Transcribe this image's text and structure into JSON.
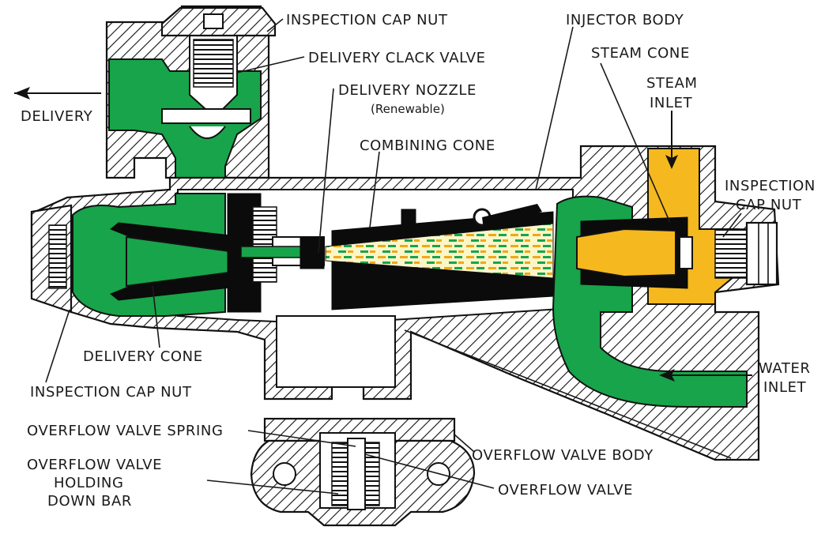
{
  "labels": {
    "inspection_cap_nut_top": "INSPECTION CAP NUT",
    "delivery_clack_valve": "DELIVERY CLACK VALVE",
    "delivery_nozzle": "DELIVERY NOZZLE",
    "delivery_nozzle_note": "(Renewable)",
    "combining_cone": "COMBINING CONE",
    "injector_body": "INJECTOR BODY",
    "steam_cone": "STEAM CONE",
    "steam_inlet_line1": "STEAM",
    "steam_inlet_line2": "INLET",
    "inspection_cap_nut_right_line1": "INSPECTION",
    "inspection_cap_nut_right_line2": "CAP NUT",
    "delivery": "DELIVERY",
    "delivery_cone": "DELIVERY CONE",
    "inspection_cap_nut_bottom": "INSPECTION CAP NUT",
    "water_inlet_line1": "WATER",
    "water_inlet_line2": "INLET",
    "overflow_valve_spring": "OVERFLOW VALVE SPRING",
    "overflow_valve_body": "OVERFLOW VALVE BODY",
    "overflow_valve_holding_line1": "OVERFLOW VALVE",
    "overflow_valve_holding_line2": "HOLDING",
    "overflow_valve_holding_line3": "DOWN BAR",
    "overflow_valve": "OVERFLOW VALVE"
  },
  "colors": {
    "water": "#17a44a",
    "steam": "#f5b81e",
    "metal_section": "#111111",
    "background": "#ffffff"
  }
}
